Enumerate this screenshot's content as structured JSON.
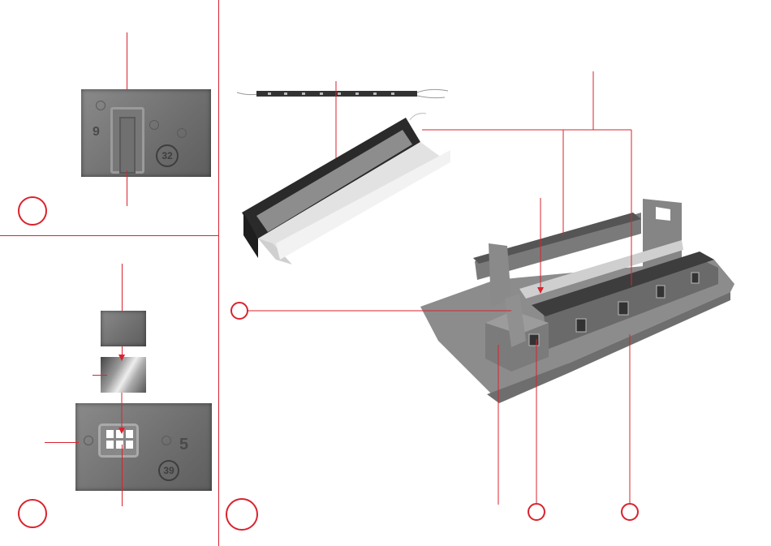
{
  "colors": {
    "accent": "#d9232e",
    "plate": "#7a7a7a"
  },
  "panel_top_left": {
    "step_number_plate": "9",
    "part_number": "32"
  },
  "panel_bottom_left": {
    "step_number_plate": "5",
    "part_number": "39"
  }
}
